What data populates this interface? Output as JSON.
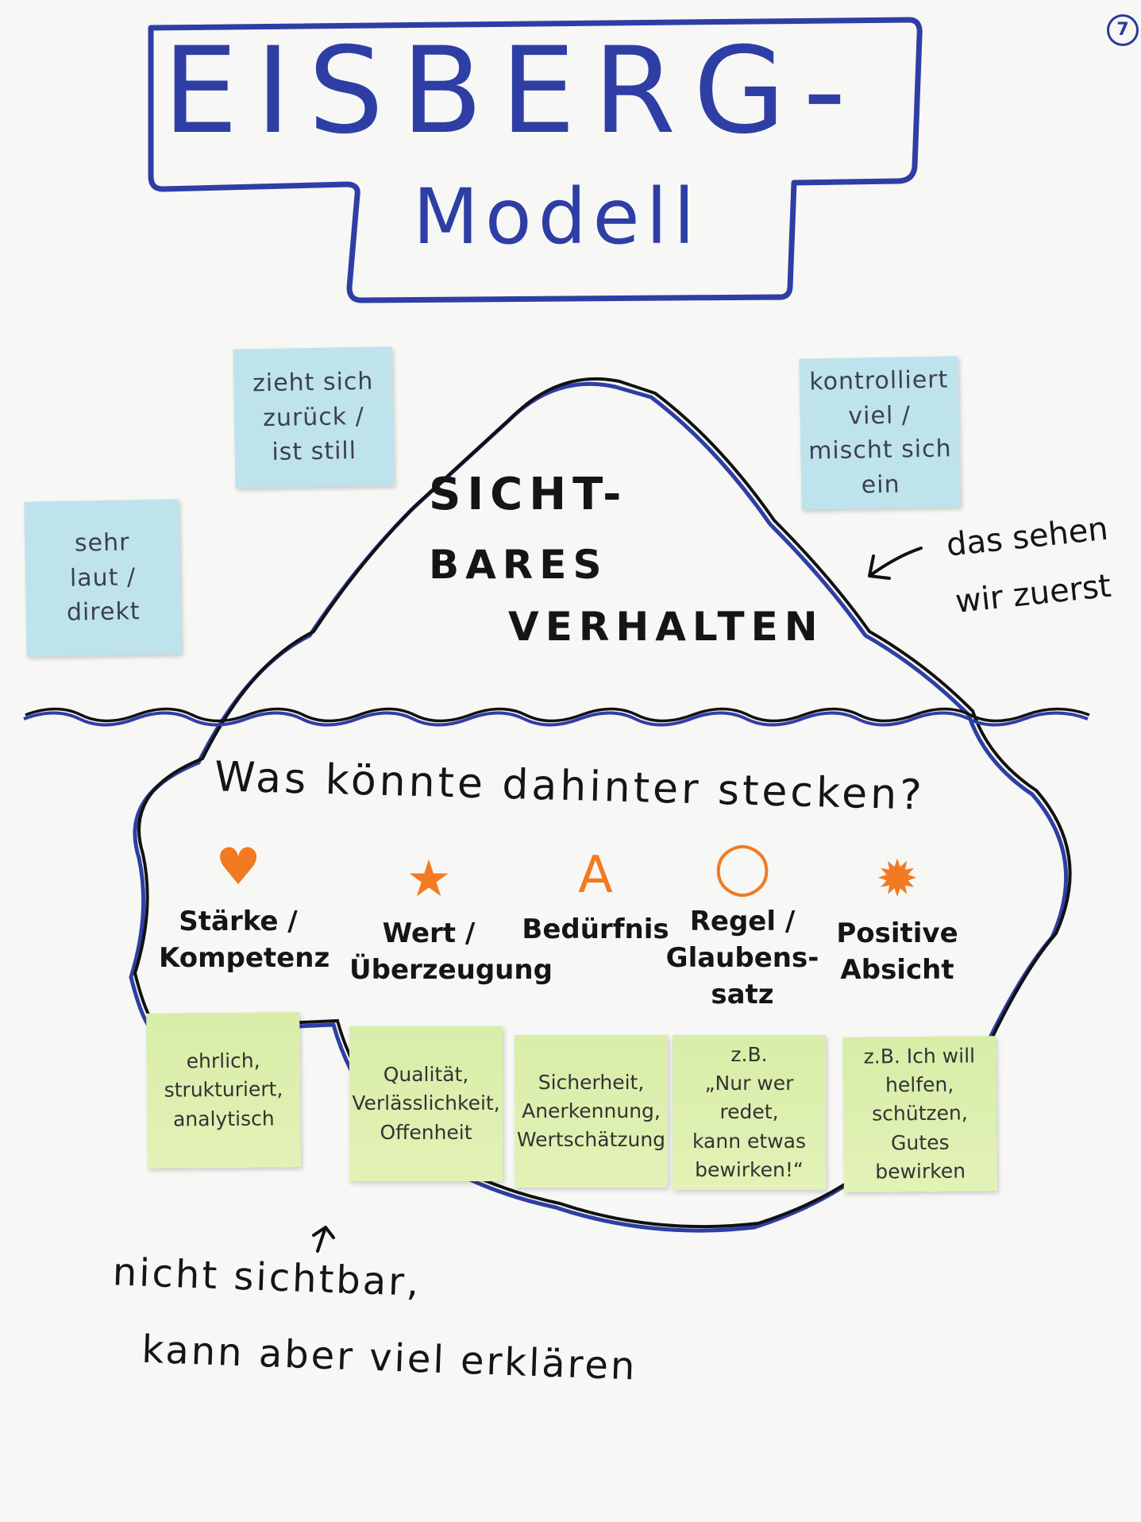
{
  "page_number": "7",
  "title": {
    "line1": "EISBERG-",
    "line2": "Modell"
  },
  "visible_section": {
    "line1": "SICHT-",
    "line2": "BARES",
    "line3": "VERHALTEN"
  },
  "side_note": "das sehen\nwir zuerst",
  "question": "Was könnte dahinter stecken?",
  "behavior_notes": [
    {
      "text": "zieht sich\nzurück /\nist still"
    },
    {
      "text": "kontrolliert\nviel /\nmischt sich\nein"
    },
    {
      "text": "sehr\nlaut /\ndirekt"
    }
  ],
  "categories": [
    {
      "icon": "heart-icon",
      "glyph": "♥",
      "label": "Stärke /\nKompetenz"
    },
    {
      "icon": "star-icon",
      "glyph": "★",
      "label": "Wert /\nÜberzeugung"
    },
    {
      "icon": "a-icon",
      "glyph": "A",
      "label": "Bedürfnis"
    },
    {
      "icon": "speech-bubble-icon",
      "glyph": "◯",
      "label": "Regel /\nGlaubens-\nsatz"
    },
    {
      "icon": "sun-icon",
      "glyph": "✹",
      "label": "Positive\nAbsicht"
    }
  ],
  "example_notes": [
    {
      "text": "ehrlich,\nstrukturiert,\nanalytisch"
    },
    {
      "text": "Qualität,\nVerlässlichkeit,\nOffenheit"
    },
    {
      "text": "Sicherheit,\nAnerkennung,\nWertschätzung"
    },
    {
      "text": "z.B.\n„Nur wer redet,\nkann etwas\nbewirken!“"
    },
    {
      "text": "z.B. Ich will\nhelfen,\nschützen,\nGutes bewirken"
    }
  ],
  "bottom_text": {
    "line1": "nicht sichtbar,",
    "line2": "kann aber viel erklären"
  },
  "colors": {
    "title": "#2f3ea5",
    "icons": "#f27a22",
    "blue_note": "#bfe3ec",
    "green_note": "#dcefac"
  }
}
